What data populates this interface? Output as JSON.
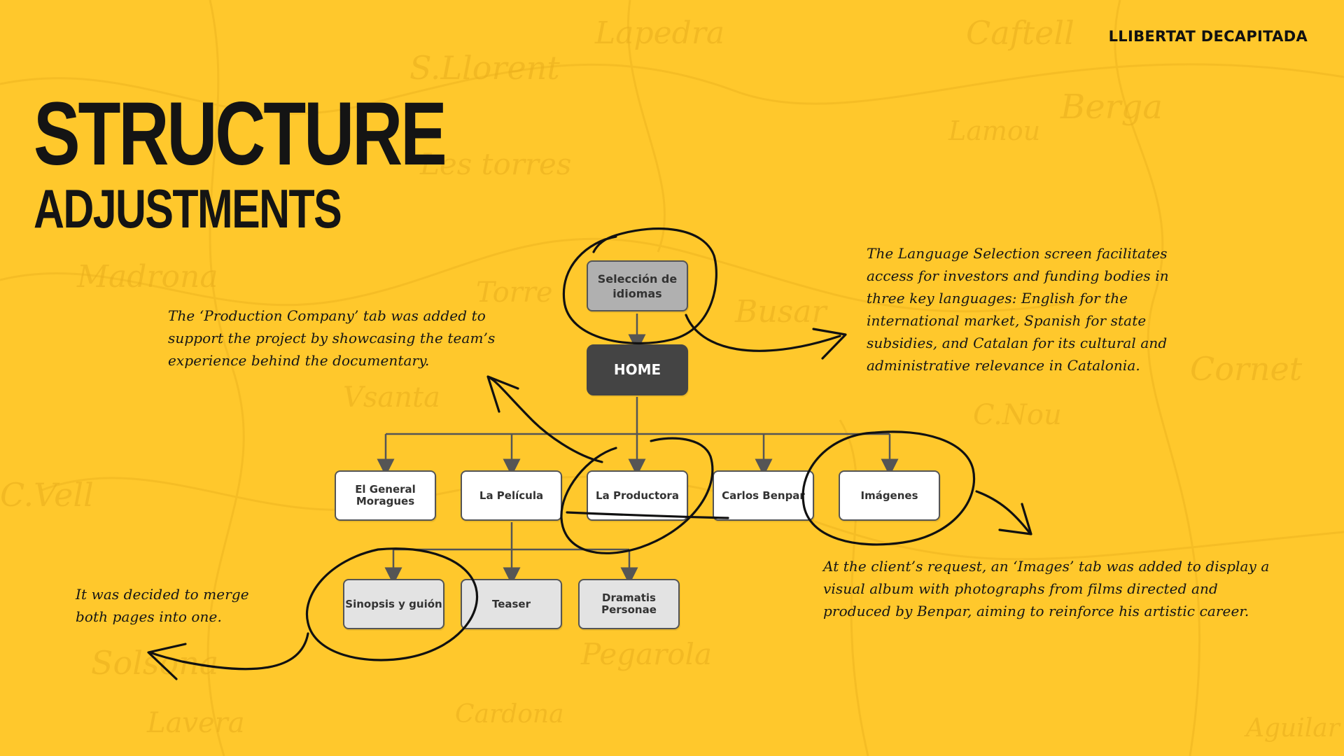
{
  "brand": "LLIBERTAT DECAPITADA",
  "title": {
    "line1": "STRUCTURE",
    "line2": "ADJUSTMENTS"
  },
  "background_map_words": [
    "S.Llorent",
    "Lapedra",
    "Caftell",
    "Berga",
    "Lamou",
    "Les torres",
    "Madrona",
    "Busar",
    "Vsanta",
    "Cornet",
    "C.Nou",
    "C.Vell",
    "Solsona",
    "Pegarola",
    "Lavera",
    "Cardona",
    "Aguilar",
    "Torre"
  ],
  "nodes": {
    "languages": "Selección de idiomas",
    "home": "HOME",
    "general": "El General Moragues",
    "pelicula": "La Película",
    "productora": "La Productora",
    "benpar": "Carlos Benpar",
    "imagenes": "Imágenes",
    "sinopsis": "Sinopsis y guión",
    "teaser": "Teaser",
    "dramatis": "Dramatis Personae"
  },
  "notes": {
    "production": "The ‘Production Company’ tab was added to support the project by showcasing the team’s experience behind the documentary.",
    "languages": "The Language Selection screen facilitates access for investors and funding bodies in three key languages: English for the international market, Spanish for state subsidies, and Catalan for its cultural and administrative relevance in Catalonia.",
    "merge": "It was decided to merge both pages into one.",
    "images": "At the client’s request, an ‘Images’ tab was added to display a visual album with photographs from films directed and produced by Benpar, aiming to reinforce his artistic career."
  },
  "colors": {
    "background": "#FFC82C",
    "home_node": "#444444",
    "language_node": "#B0B0B0",
    "sub_node": "#E3E3E3",
    "ink": "#111111"
  }
}
